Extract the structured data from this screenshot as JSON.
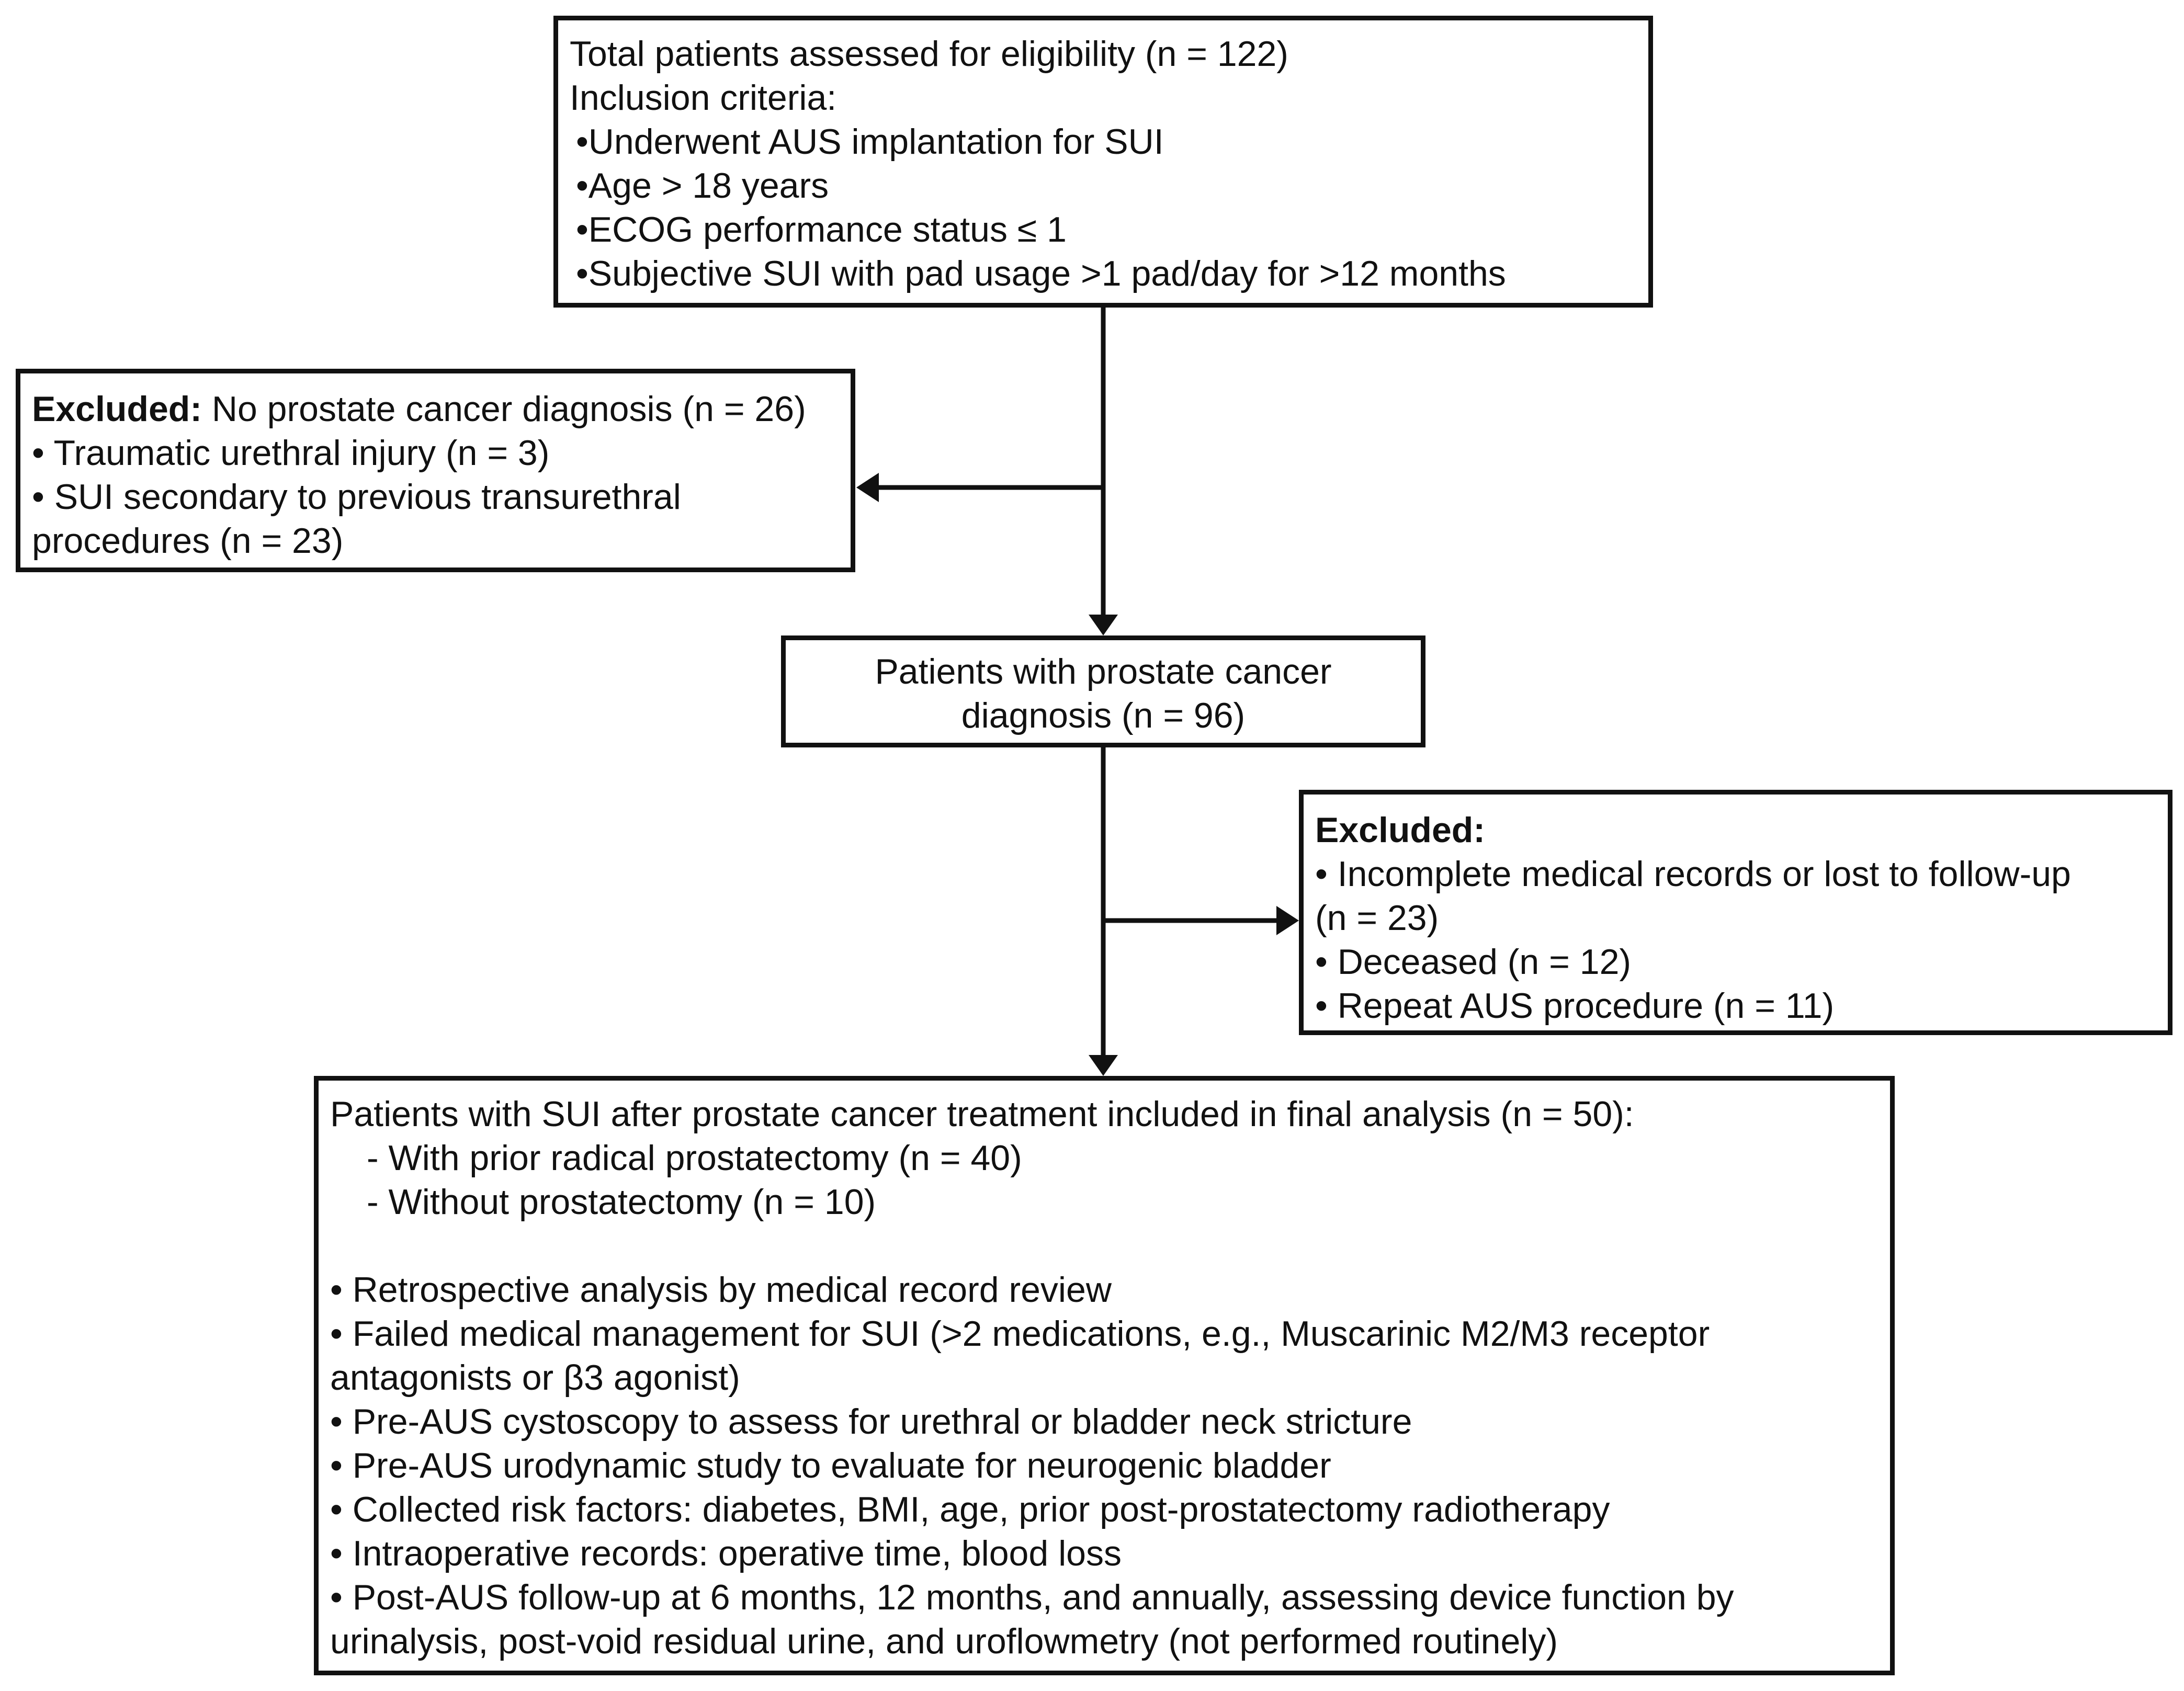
{
  "total_box": {
    "title": "Total patients assessed for eligibility (n = 122)",
    "subtitle": "Inclusion criteria:",
    "items": [
      "•Underwent AUS implantation for SUI",
      "•Age > 18 years",
      "•ECOG performance status ≤ 1",
      "•Subjective SUI with pad usage >1 pad/day for >12  months"
    ]
  },
  "excluded_1": {
    "label": "Excluded:",
    "text": " No prostate cancer diagnosis (n = 26)",
    "lines": [
      "• Traumatic urethral injury (n = 3)",
      "• SUI secondary to previous transurethral",
      "procedures (n = 23)"
    ]
  },
  "prostate_box": {
    "lines": [
      "Patients with prostate cancer",
      "diagnosis (n = 96)"
    ]
  },
  "excluded_2": {
    "label": "Excluded:",
    "lines": [
      "• Incomplete medical records or lost to follow-up",
      "(n = 23)",
      "• Deceased (n = 12)",
      "• Repeat AUS procedure (n = 11)"
    ]
  },
  "final_box": {
    "title": "Patients with SUI after prostate cancer treatment included in final analysis (n = 50):",
    "subgroups": [
      "- With prior radical prostatectomy (n = 40)",
      "- Without prostatectomy (n = 10)"
    ],
    "bullets": [
      "• Retrospective analysis by medical record review",
      "• Failed medical management for SUI (>2 medications, e.g., Muscarinic M2/M3 receptor",
      "antagonists or β3 agonist)",
      "• Pre-AUS cystoscopy to assess for urethral or bladder neck stricture",
      "• Pre-AUS urodynamic study to evaluate for neurogenic bladder",
      "•  Collected risk factors: diabetes, BMI, age, prior post-prostatectomy radiotherapy",
      "•  Intraoperative records: operative time, blood loss",
      "•  Post-AUS follow-up at 6 months, 12 months, and annually, assessing device function by",
      "urinalysis, post-void residual urine, and uroflowmetry (not performed routinely)"
    ]
  }
}
